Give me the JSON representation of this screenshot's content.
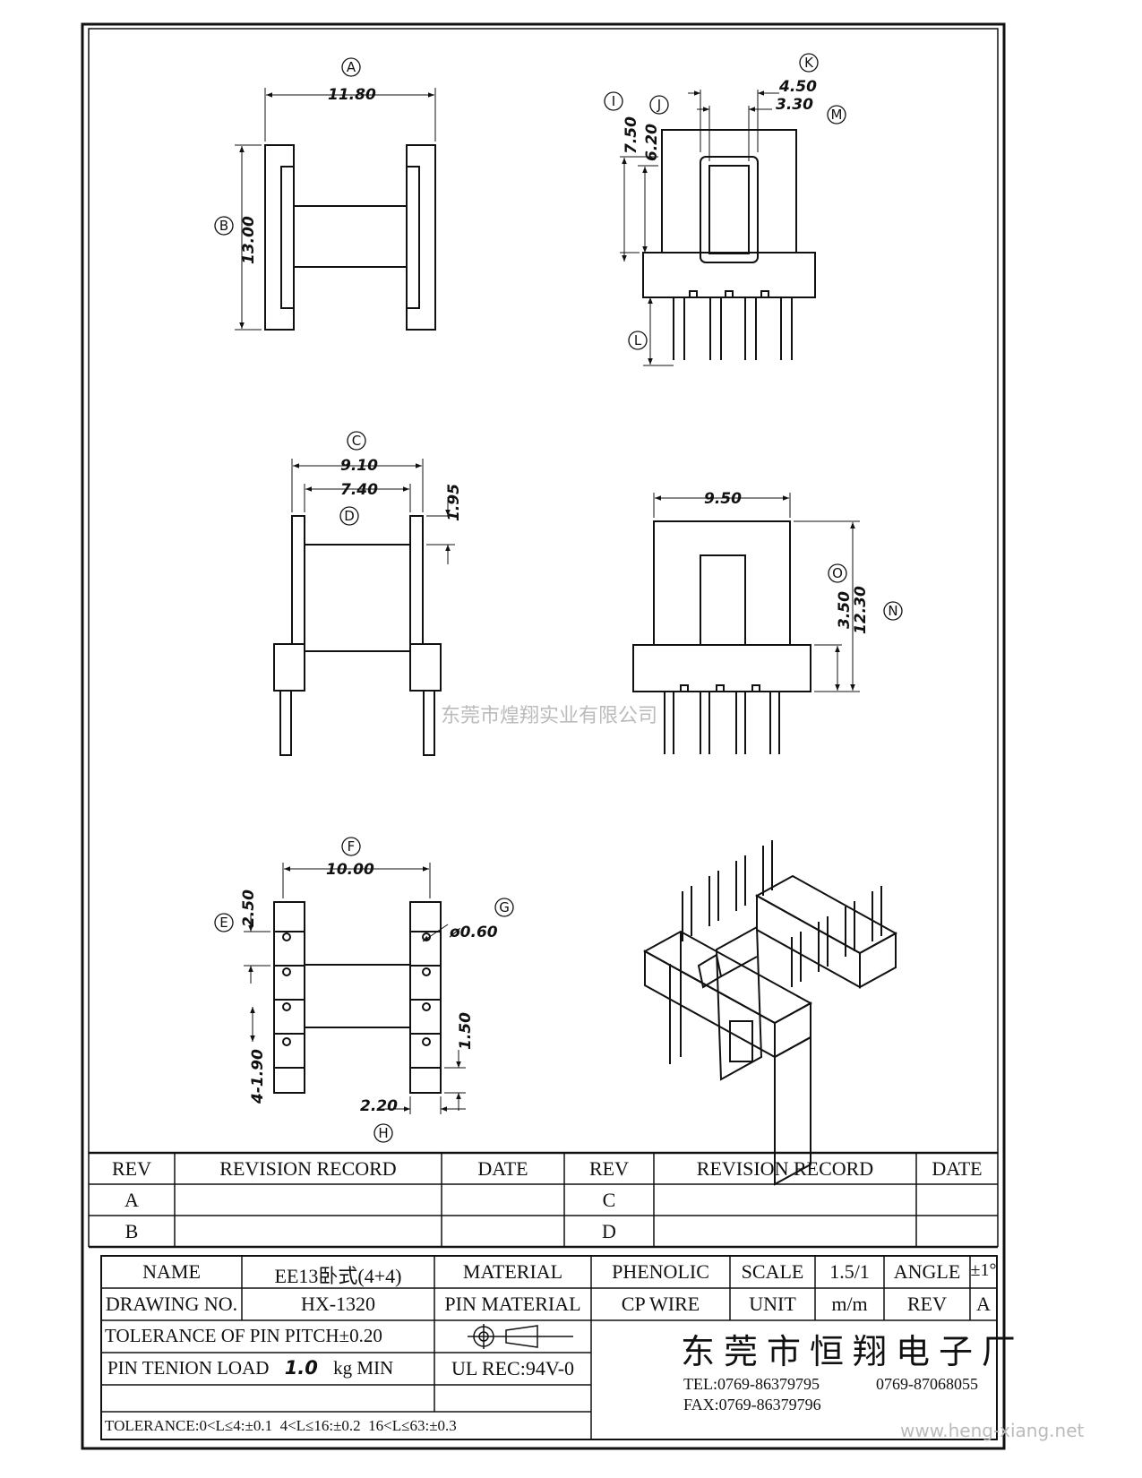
{
  "dimensions": {
    "A": {
      "label": "A",
      "value": "11.80"
    },
    "B": {
      "label": "B",
      "value": "13.00"
    },
    "C": {
      "label": "C",
      "value": "9.10"
    },
    "D": {
      "label": "D",
      "value": "7.40"
    },
    "E": {
      "label": "E",
      "value": "2.50"
    },
    "F": {
      "label": "F",
      "value": "10.00"
    },
    "G": {
      "label": "G",
      "value": "ø0.60"
    },
    "H": {
      "label": "H",
      "value": "2.20"
    },
    "I": {
      "label": "I",
      "value": "7.50"
    },
    "J": {
      "label": "J",
      "value": "6.20"
    },
    "K": {
      "label": "K",
      "value": "4.50"
    },
    "L": {
      "label": "L",
      "value": ""
    },
    "M": {
      "label": "M",
      "value": "3.30"
    },
    "N": {
      "label": "N",
      "value": "12.30"
    },
    "O": {
      "label": "O",
      "value": "3.50"
    },
    "extra": {
      "top_gap": "1.95",
      "width_950": "9.50",
      "pin_pitch": "4-1.90",
      "pin_gap": "1.50"
    }
  },
  "watermark": "东莞市煌翔实业有限公司",
  "website": "www.heng-xiang.net",
  "revision_table": {
    "headers": {
      "rev": "REV",
      "record": "REVISION RECORD",
      "date": "DATE"
    },
    "rows_left": [
      "A",
      "B"
    ],
    "rows_right": [
      "C",
      "D"
    ]
  },
  "title_block": {
    "name_label": "NAME",
    "name_value": "EE13卧式(4+4)",
    "material_label": "MATERIAL",
    "material_value": "PHENOLIC",
    "scale_label": "SCALE",
    "scale_value": "1.5/1",
    "angle_label": "ANGLE",
    "angle_value": "±1°",
    "drawing_no_label": "DRAWING NO.",
    "drawing_no_value": "HX-1320",
    "pin_material_label": "PIN MATERIAL",
    "pin_material_value": "CP WIRE",
    "unit_label": "UNIT",
    "unit_value": "m/m",
    "rev_label": "REV",
    "rev_value": "A",
    "tolerance_pitch": "TOLERANCE OF PIN PITCH±0.20",
    "pin_tension_prefix": "PIN TENION LOAD",
    "pin_tension_value": "1.0",
    "pin_tension_suffix": "kg MIN",
    "ul_rec": "UL REC:94V-0",
    "company": "东莞市恒翔电子厂",
    "tel": "TEL:0769-86379795",
    "tel2": "0769-87068055",
    "fax": "FAX:0769-86379796",
    "tolerance_ranges": "TOLERANCE:0<L≤4:±0.1  4<L≤16:±0.2  16<L≤63:±0.3"
  }
}
